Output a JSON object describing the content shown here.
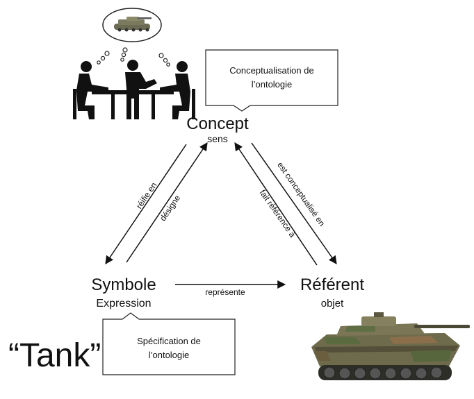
{
  "nodes": {
    "concept": {
      "title": "Concept",
      "subtitle": "sens"
    },
    "symbole": {
      "title": "Symbole",
      "subtitle": "Expression"
    },
    "referent": {
      "title": "Référent",
      "subtitle": "objet"
    }
  },
  "edges": {
    "reifie_en": "réifie en",
    "designe": "désigne",
    "est_conceptualise_en": "est conceptualisé en",
    "fait_reference_a": "fait référence à",
    "represente": "représente"
  },
  "callouts": {
    "conceptualisation": {
      "line1": "Conceptualisation de",
      "line2": "l’ontologie"
    },
    "specification": {
      "line1": "Spécification de",
      "line2": "l’ontologie"
    }
  },
  "tank_word": "“Tank”",
  "icons": {
    "thought_bubble": "thought-bubble-tank-icon",
    "people": "people-at-table-icon",
    "tank": "tank-photo-icon"
  }
}
